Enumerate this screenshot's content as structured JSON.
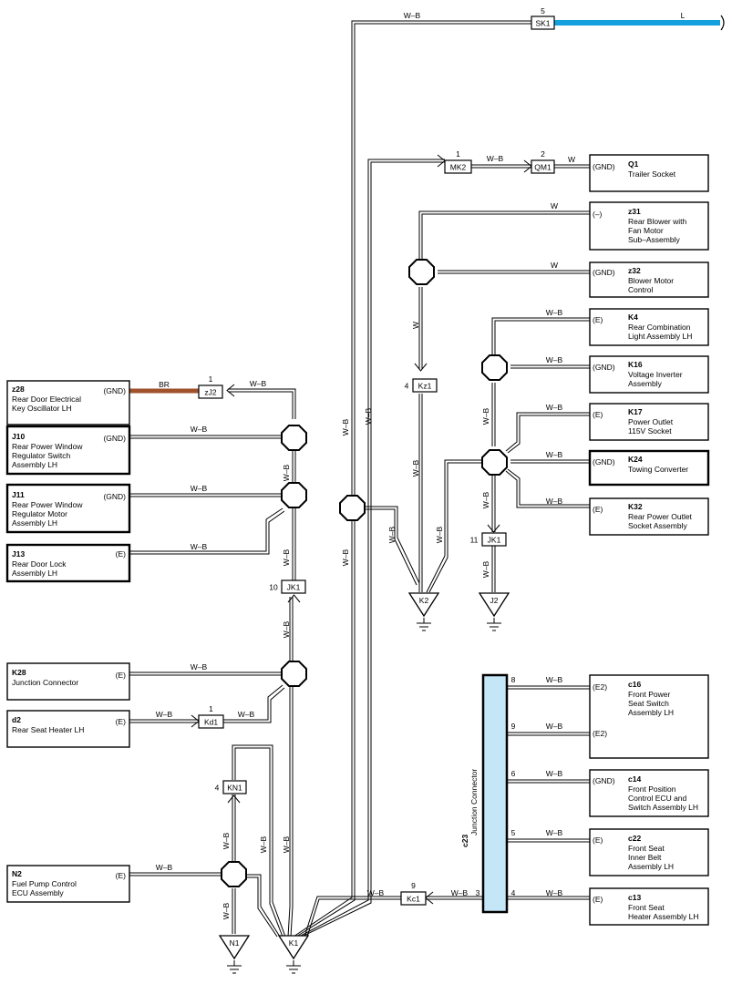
{
  "wire_colors": {
    "w_b": "W–B",
    "br": "BR",
    "w": "W",
    "l": "L"
  },
  "colors": {
    "brown_wire": "#a0522d",
    "blue_wire": "#14a0dc",
    "junction_fill": "#c5e6f6"
  },
  "left_components": {
    "z28": {
      "code": "z28",
      "line1": "Rear Door Electrical",
      "line2": "Key Oscillator LH",
      "pin": "(GND)"
    },
    "j10": {
      "code": "J10",
      "line1": "Rear Power Window",
      "line2": "Regulator Switch",
      "line3": "Assembly LH",
      "pin": "(GND)"
    },
    "j11": {
      "code": "J11",
      "line1": "Rear Power Window",
      "line2": "Regulator Motor",
      "line3": "Assembly LH",
      "pin": "(GND)"
    },
    "j13": {
      "code": "J13",
      "line1": "Rear Door Lock",
      "line2": "Assembly LH",
      "pin": "(E)"
    },
    "k28": {
      "code": "K28",
      "line1": "Junction Connector",
      "pin": "(E)"
    },
    "d2": {
      "code": "d2",
      "line1": "Rear Seat Heater LH",
      "pin": "(E)"
    },
    "n2": {
      "code": "N2",
      "line1": "Fuel Pump Control",
      "line2": "ECU Assembly",
      "pin": "(E)"
    }
  },
  "right_components": {
    "q1": {
      "code": "Q1",
      "line1": "Trailer Socket",
      "pin": "(GND)"
    },
    "z31": {
      "code": "z31",
      "line1": "Rear Blower with",
      "line2": "Fan Motor",
      "line3": "Sub–Assembly",
      "pin": "(–)"
    },
    "z32": {
      "code": "z32",
      "line1": "Blower Motor",
      "line2": "Control",
      "pin": "(GND)"
    },
    "k4": {
      "code": "K4",
      "line1": "Rear Combination",
      "line2": "Light Assembly LH",
      "pin": "(E)"
    },
    "k16": {
      "code": "K16",
      "line1": "Voltage Inverter",
      "line2": "Assembly",
      "pin": "(GND)"
    },
    "k17": {
      "code": "K17",
      "line1": "Power Outlet",
      "line2": "115V Socket",
      "pin": "(E)"
    },
    "k24": {
      "code": "K24",
      "line1": "Towing Converter",
      "pin": "(GND)"
    },
    "k32": {
      "code": "K32",
      "line1": "Rear Power Outlet",
      "line2": "Socket Assembly",
      "pin": "(E)"
    },
    "c16": {
      "code": "c16",
      "line1": "Front Power",
      "line2": "Seat Switch",
      "line3": "Assembly LH",
      "pin_a": "(E2)",
      "pin_b": "(E2)"
    },
    "c14": {
      "code": "c14",
      "line1": "Front Position",
      "line2": "Control ECU and",
      "line3": "Switch Assembly LH",
      "pin": "(GND)"
    },
    "c22": {
      "code": "c22",
      "line1": "Front Seat",
      "line2": "Inner Belt",
      "line3": "Assembly LH",
      "pin": "(E)"
    },
    "c13": {
      "code": "c13",
      "line1": "Front Seat",
      "line2": "Heater Assembly LH",
      "pin": "(E)"
    }
  },
  "connectors": {
    "sk1": {
      "id": "SK1",
      "pin": "5"
    },
    "mk2": {
      "id": "MK2",
      "pin": "1"
    },
    "qm1": {
      "id": "QM1",
      "pin": "2"
    },
    "zj2": {
      "id": "zJ2",
      "pin": "1"
    },
    "kz1": {
      "id": "Kz1",
      "pin": "4"
    },
    "jk1_a": {
      "id": "JK1",
      "pin": "10"
    },
    "jk1_b": {
      "id": "JK1",
      "pin": "11"
    },
    "kd1": {
      "id": "Kd1",
      "pin": "1"
    },
    "kn1": {
      "id": "KN1",
      "pin": "4"
    },
    "kc1": {
      "id": "Kc1",
      "pin": "9"
    }
  },
  "grounds": {
    "k2": "K2",
    "j2": "J2",
    "n1": "N1",
    "k1": "K1"
  },
  "junction": {
    "code": "c23",
    "name": "Junction Connector",
    "pins": {
      "p8": "8",
      "p9": "9",
      "p6": "6",
      "p5": "5",
      "p4": "4",
      "p3": "3"
    }
  }
}
